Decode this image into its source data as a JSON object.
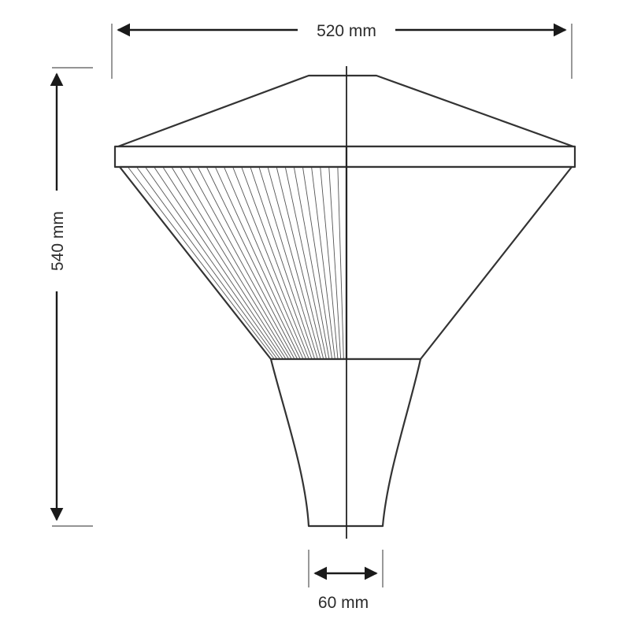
{
  "dimensions": {
    "width_label": "520 mm",
    "height_label": "540 mm",
    "neck_label": "60 mm"
  },
  "colors": {
    "line": "#333333",
    "background": "#ffffff"
  }
}
